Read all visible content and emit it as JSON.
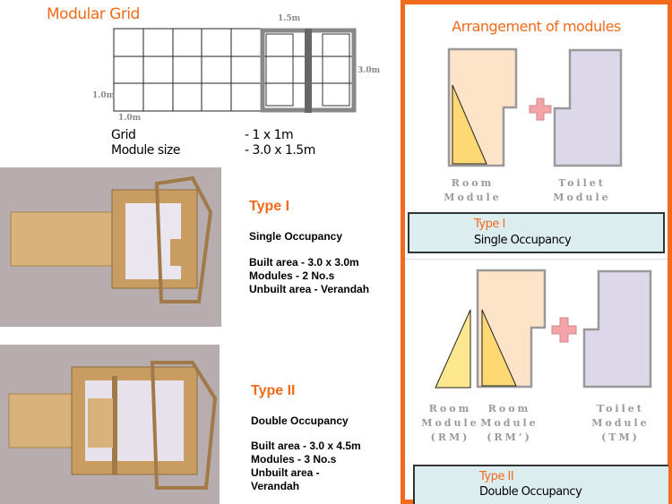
{
  "grid": {
    "title": "Modular Grid",
    "dim_top": "1.5m",
    "dim_right": "3.0m",
    "dim_left": "1.0m",
    "dim_bottom": "1.0m",
    "rows": [
      {
        "label": "Grid",
        "value": "- 1 x 1m"
      },
      {
        "label": "Module size",
        "value": "- 3.0 x 1.5m"
      }
    ]
  },
  "type1": {
    "title": "Type I",
    "occupancy": "Single Occupancy",
    "details": [
      "Built area - 3.0 x 3.0m",
      "Modules - 2 No.s",
      "Unbuilt area - Verandah"
    ]
  },
  "type2": {
    "title": "Type II",
    "occupancy": "Double Occupancy",
    "details": [
      "Built area - 3.0 x 4.5m",
      "Modules - 3 No.s",
      "Unbuilt area -",
      "Verandah"
    ]
  },
  "panel": {
    "title": "Arrangement of modules",
    "top": {
      "room_label": [
        "Room",
        "Module"
      ],
      "toilet_label": [
        "Toilet",
        "Module"
      ],
      "box_title": "Type I",
      "box_sub": "Single Occupancy"
    },
    "bottom": {
      "rm_label": [
        "Room",
        "Module",
        "(RM)"
      ],
      "rm2_label": [
        "Room",
        "Module",
        "(RM’)"
      ],
      "tm_label": [
        "Toilet",
        "Module",
        "(TM)"
      ],
      "box_title": "Type II",
      "box_sub": "Double Occupancy"
    }
  },
  "colors": {
    "accent": "#f26a1b",
    "room": "#fde3c8",
    "toilet": "#dcd8ea",
    "triangle": "#fdd873",
    "plus": "#f4a3a8"
  }
}
